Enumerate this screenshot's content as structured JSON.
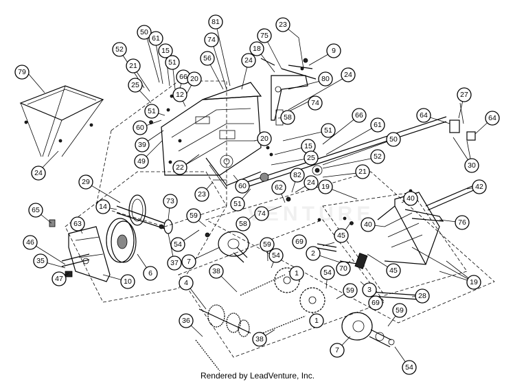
{
  "credit": "Rendered by LeadVenture, Inc.",
  "watermark": "VENTURE",
  "callouts": [
    "79",
    "24",
    "50",
    "61",
    "52",
    "15",
    "21",
    "51",
    "66",
    "25",
    "20",
    "12",
    "51",
    "60",
    "39",
    "49",
    "81",
    "74",
    "56",
    "24",
    "23",
    "75",
    "18",
    "9",
    "80",
    "24",
    "74",
    "58",
    "51",
    "66",
    "61",
    "50",
    "20",
    "15",
    "25",
    "52",
    "21",
    "24",
    "82",
    "19",
    "62",
    "22",
    "60",
    "51",
    "23",
    "58",
    "74",
    "29",
    "14",
    "73",
    "65",
    "63",
    "59",
    "54",
    "46",
    "35",
    "47",
    "7",
    "10",
    "6",
    "37",
    "38",
    "59",
    "54",
    "69",
    "2",
    "45",
    "45",
    "70",
    "54",
    "1",
    "59",
    "3",
    "69",
    "40",
    "40",
    "76",
    "42",
    "19",
    "28",
    "4",
    "36",
    "38",
    "1",
    "7",
    "59",
    "54",
    "27",
    "64",
    "64",
    "30"
  ]
}
